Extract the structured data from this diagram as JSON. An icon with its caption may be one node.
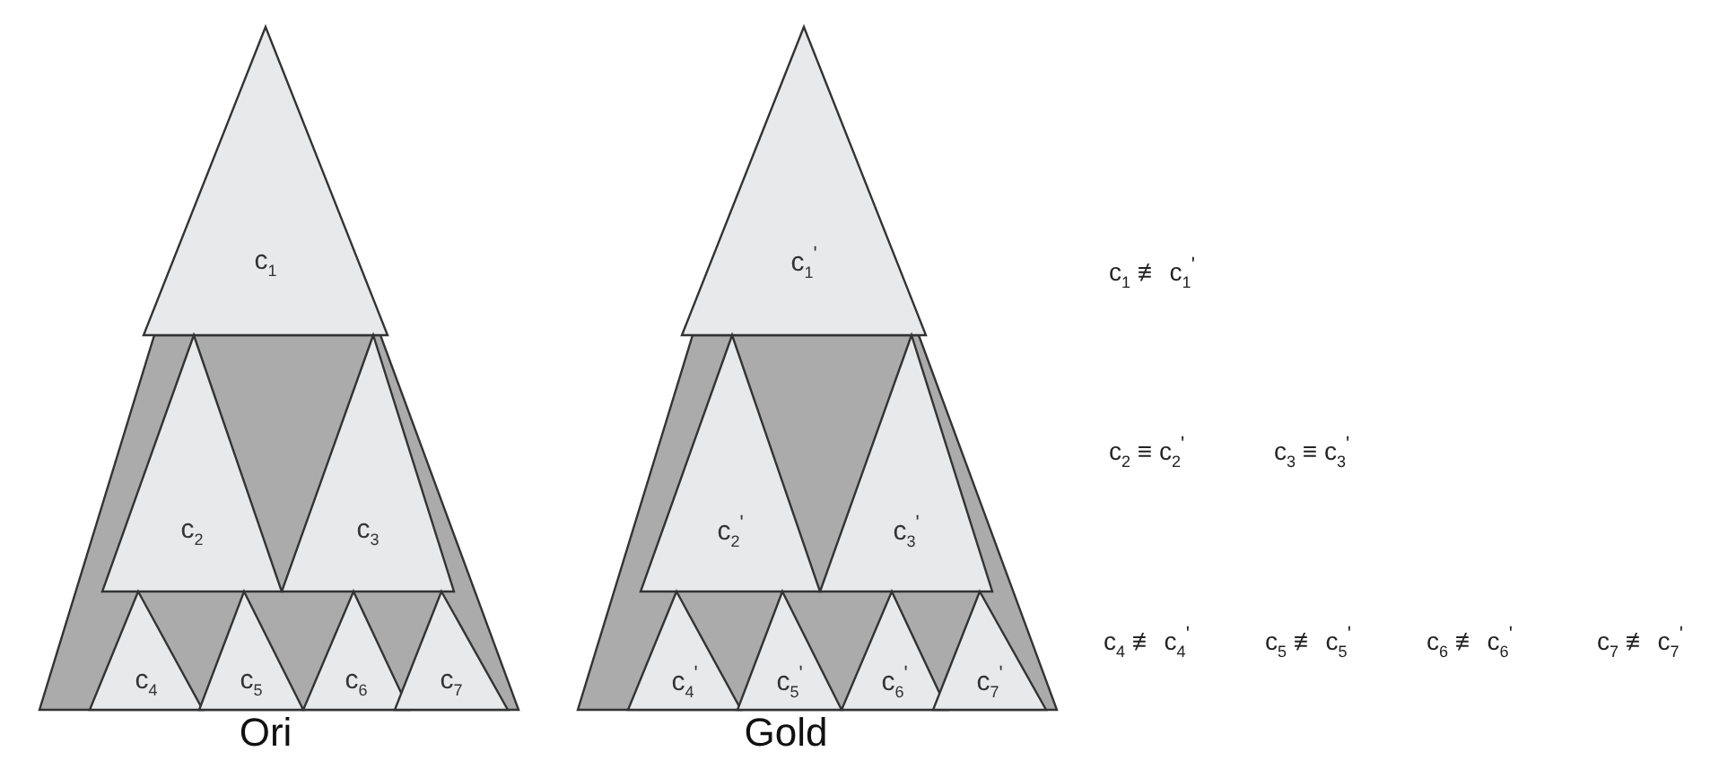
{
  "diagram": {
    "nodes": [
      {
        "text": [
          "c$_{1}$"
        ]
      },
      {
        "text": [
          "c$_{2}$"
        ]
      },
      {
        "text": [
          "c$_{3}$"
        ]
      },
      {
        "text": [
          "c$_{4}$"
        ]
      },
      {
        "text": [
          "c$_{5}$"
        ]
      },
      {
        "text": [
          "c$_{6}$"
        ]
      },
      {
        "text": [
          "c$_{7}$"
        ]
      },
      {
        "text": [
          "c$_{1}$$^{'}$"
        ]
      },
      {
        "text": [
          "c$_{2}$$^{'}$"
        ]
      },
      {
        "text": [
          "c$_{3}$$^{'}$"
        ]
      },
      {
        "text": [
          "c$_{4}$$^{'}$"
        ]
      },
      {
        "text": [
          "c$_{5}$$^{'}$"
        ]
      },
      {
        "text": [
          "c$_{6}$$^{'}$"
        ]
      },
      {
        "text": [
          "c$_{7}$$^{'}$"
        ]
      }
    ],
    "labels": [
      "Ori",
      "Gold",
      "c$_{1}$ ≢ c$_{1}$$^{'}$",
      "c$_{2}$ ≡ c$_{2}$$^{'}$",
      "c$_{3}$ ≡ c$_{3}$$^{'}$",
      "c$_{4}$ ≢ c$_{4}$$^{'}$",
      "c$_{5}$ ≢ c$_{5}$$^{'}$",
      "c$_{6}$ ≢ c$_{6}$$^{'}$",
      "c$_{7}$ ≢ c$_{7}$$^{'}$"
    ]
  }
}
